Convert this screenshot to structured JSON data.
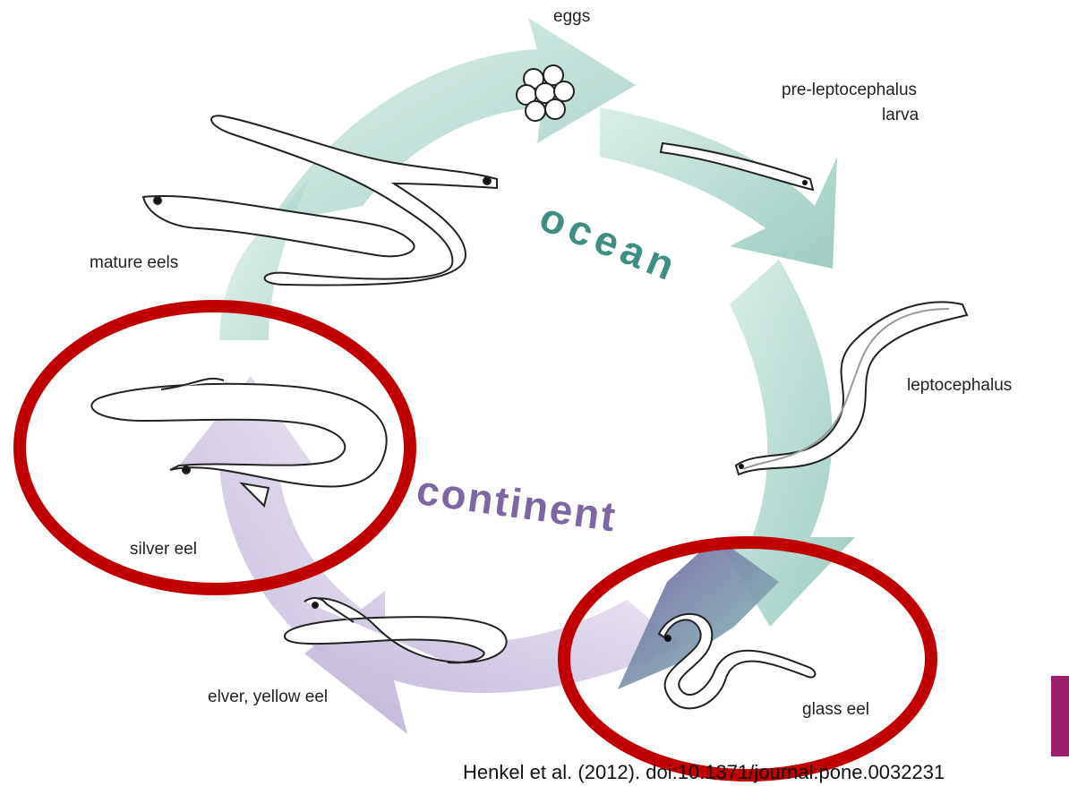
{
  "diagram": {
    "stages": {
      "eggs": "eggs",
      "pre_leptocephalus_line1": "pre-leptocephalus",
      "pre_leptocephalus_line2": "larva",
      "leptocephalus": "leptocephalus",
      "glass_eel": "glass eel",
      "elver_yellow_eel": "elver, yellow eel",
      "silver_eel": "silver eel",
      "mature_eels": "mature eels"
    },
    "phases": {
      "ocean": "ocean",
      "continent": "continent"
    },
    "highlighted_stages": [
      "silver eel",
      "glass eel"
    ],
    "citation": "Henkel et al. (2012). doi:10.1371/journal.pone.0032231"
  },
  "colors": {
    "ocean_arrow": "#a9d2c8",
    "ocean_text": "#3e8e83",
    "continent_arrow": "#c9bfdc",
    "continent_text": "#7c67a4",
    "highlight_ring": "#c00000",
    "edge_bar": "#9c1f6b"
  }
}
